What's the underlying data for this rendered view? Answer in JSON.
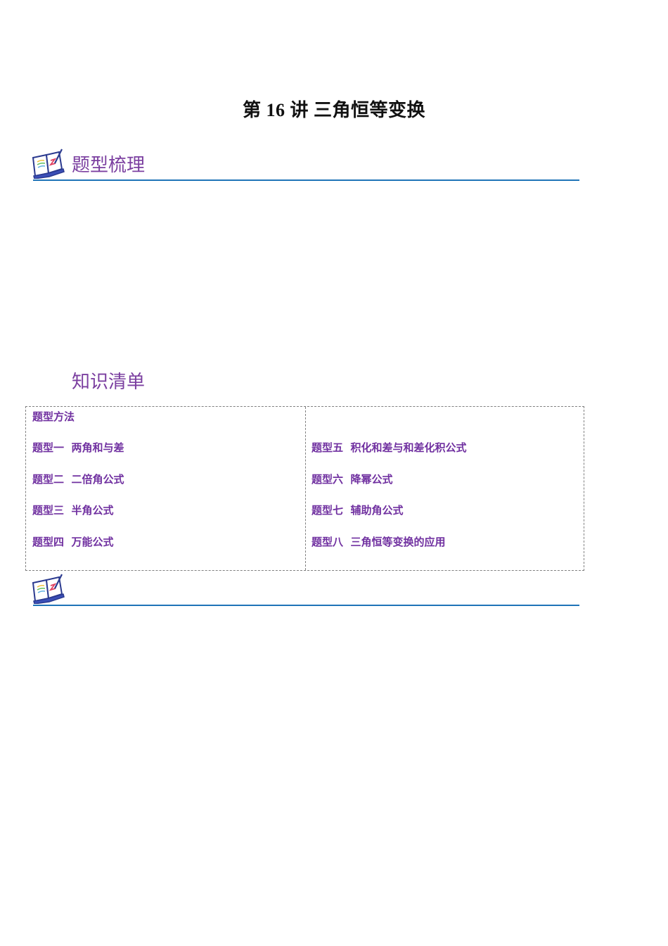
{
  "title": "第 16 讲  三角恒等变换",
  "section1": {
    "label": "题型梳理",
    "icon": "book-pen-icon"
  },
  "knowledge": {
    "label": "知识清单"
  },
  "table": {
    "heading": "题型方法",
    "left": [
      "题型一  两角和与差",
      "题型二  二倍角公式",
      "题型三  半角公式",
      "题型四  万能公式"
    ],
    "right": [
      "题型五  积化和差与和差化积公式",
      "题型六  降幂公式",
      "题型七  辅助角公式",
      "题型八  三角恒等变换的应用"
    ]
  },
  "section2": {
    "label": "",
    "icon": "book-pen-icon"
  },
  "colors": {
    "accent": "#7030a0",
    "rule": "#1f74b8",
    "border": "#808080"
  }
}
